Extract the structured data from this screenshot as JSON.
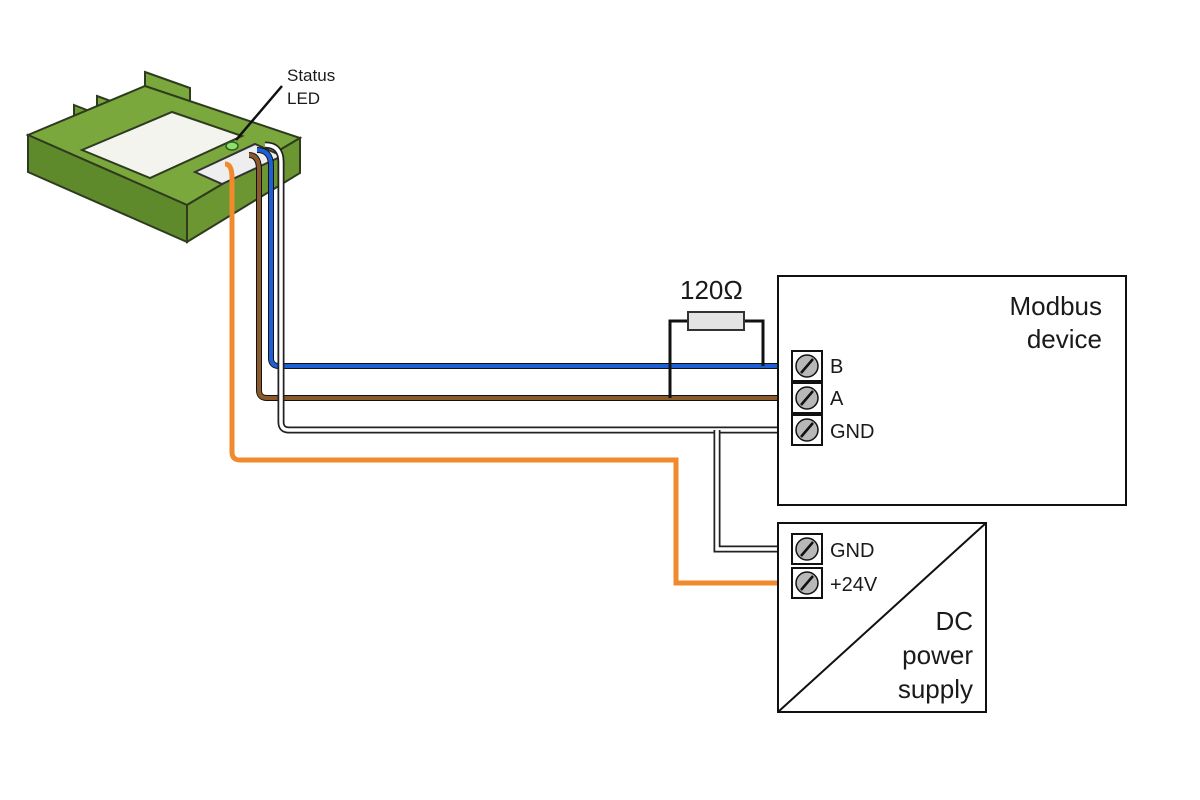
{
  "device": {
    "status_led_label_line1": "Status",
    "status_led_label_line2": "LED",
    "body_color": "#7aa83c",
    "led_color": "#8ee06a"
  },
  "resistor": {
    "label": "120Ω"
  },
  "modbus_device": {
    "title_line1": "Modbus",
    "title_line2": "device",
    "terminals": [
      "B",
      "A",
      "GND"
    ]
  },
  "power_supply": {
    "terminals": [
      "GND",
      "+24V"
    ],
    "title_line1": "DC",
    "title_line2": "power",
    "title_line3": "supply"
  },
  "wire_colors": {
    "b": "#1f5fd6",
    "a": "#8a5a2b",
    "gnd": "#ffffff",
    "v24": "#f08a2c"
  }
}
